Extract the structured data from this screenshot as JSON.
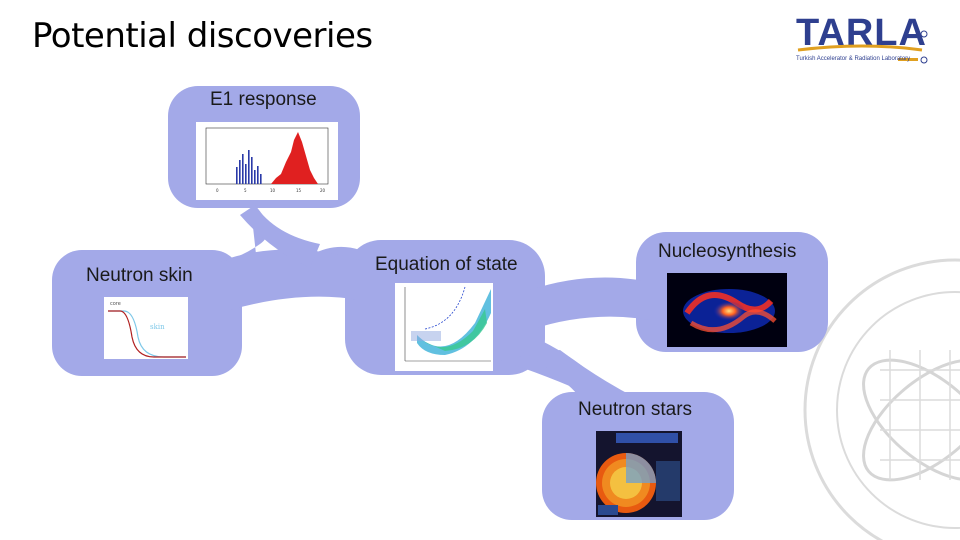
{
  "slide": {
    "title": "Potential discoveries"
  },
  "logo": {
    "word": "TARLA",
    "subtitle": "Turkish Accelerator & Radiation Laboratory"
  },
  "nodes": {
    "e1": {
      "label": "E1 response"
    },
    "neutron_skin": {
      "label": "Neutron skin",
      "panel_text": "skin",
      "panel_caption": "core"
    },
    "eos": {
      "label": "Equation of state"
    },
    "nucleosynthesis": {
      "label": "Nucleosynthesis"
    },
    "neutron_stars": {
      "label": "Neutron stars"
    }
  },
  "colors": {
    "blob": "#a3a9e8",
    "title": "#000000",
    "logo": "#2e3f8f"
  }
}
